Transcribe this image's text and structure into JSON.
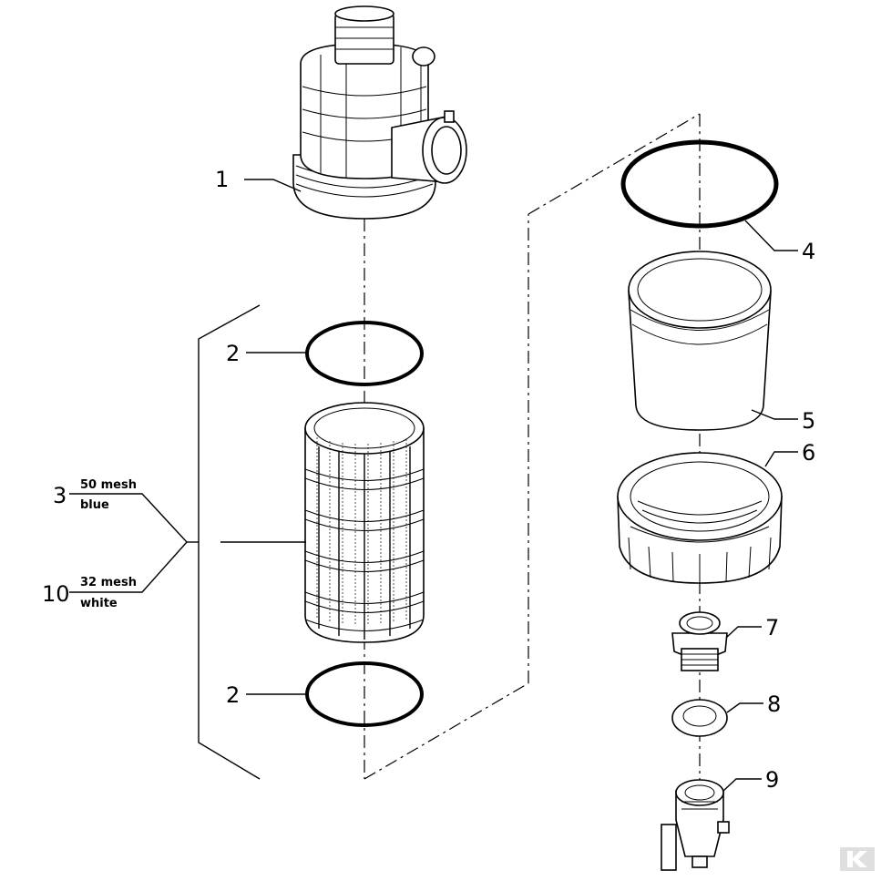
{
  "callouts": {
    "c1": "1",
    "c2_top": "2",
    "c2_bottom": "2",
    "c3": "3",
    "c3_mesh": "50 mesh",
    "c3_color": "blue",
    "c10": "10",
    "c10_mesh": "32 mesh",
    "c10_color": "white",
    "c4": "4",
    "c5": "5",
    "c6": "6",
    "c7": "7",
    "c8": "8",
    "c9": "9"
  },
  "icons": {
    "watermark": "logo-watermark-icon"
  },
  "colors": {
    "line": "#000000",
    "background": "#ffffff"
  }
}
